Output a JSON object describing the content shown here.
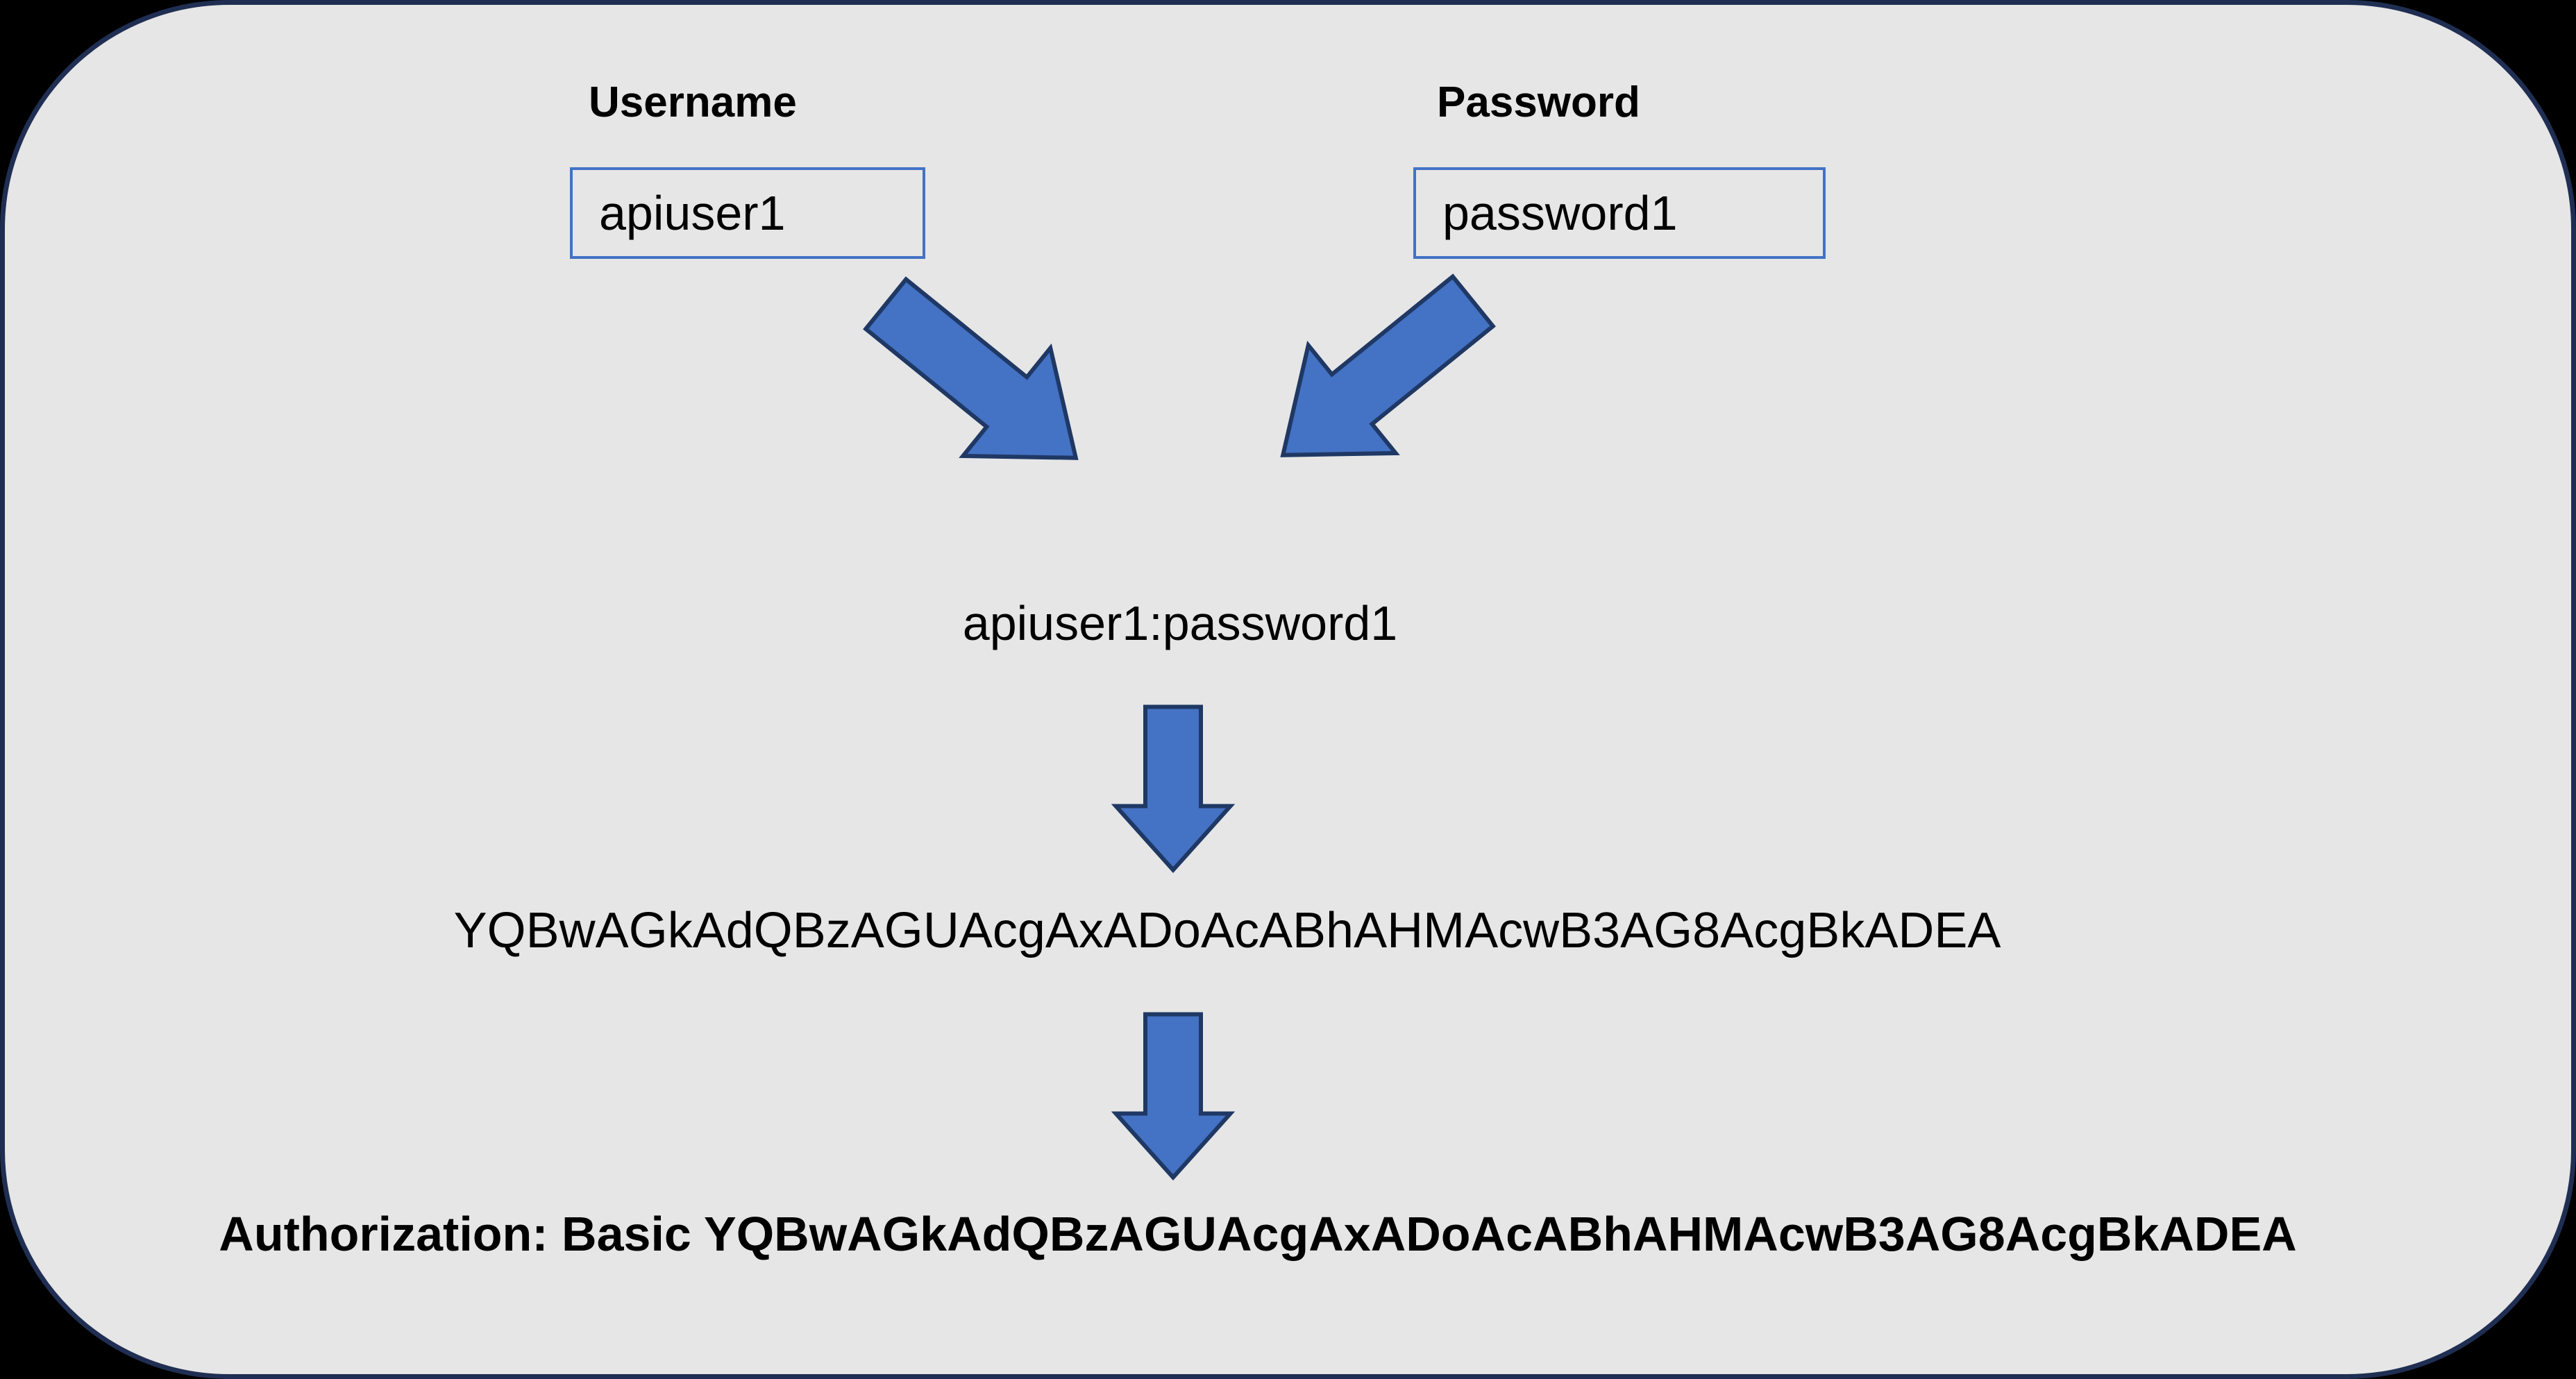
{
  "diagram": {
    "description": "HTTP Basic Authentication header construction flow"
  },
  "username": {
    "label": "Username",
    "value": "apiuser1"
  },
  "password": {
    "label": "Password",
    "value": "password1"
  },
  "combined": {
    "text": "apiuser1:password1"
  },
  "encoded": {
    "text": "YQBwAGkAdQBzAGUAcgAxADoAcABhAHMAcwB3AG8AcgBkADEA"
  },
  "authorization": {
    "text": "Authorization: Basic YQBwAGkAdQBzAGUAcgAxADoAcABhAHMAcwB3AG8AcgBkADEA"
  },
  "icons": {
    "arrow_down_right": "block arrow pointing down-right",
    "arrow_down_left": "block arrow pointing down-left",
    "arrow_down_first": "block arrow pointing down",
    "arrow_down_second": "block arrow pointing down"
  },
  "colors": {
    "accent_blue": "#4472c4",
    "arrow_outline": "#1f3864",
    "panel_background": "#e6e6e6",
    "panel_border": "#1f2e52",
    "canvas_background": "#000000",
    "text": "#000000"
  }
}
